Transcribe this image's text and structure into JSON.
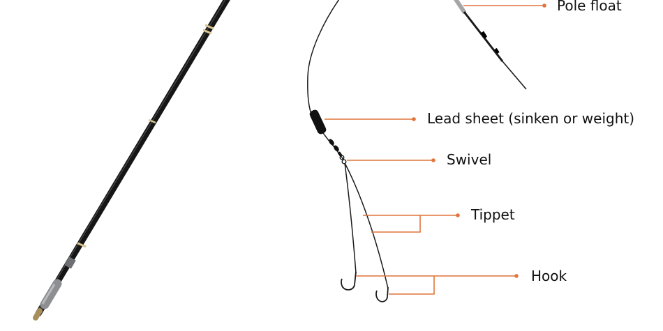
{
  "labels": {
    "pole_float": "Pole float",
    "lead_sheet": "Lead sheet (sinken or weight)",
    "swivel": "Swivel",
    "tippet": "Tippet",
    "hook": "Hook"
  },
  "colors": {
    "leader": "#e0743a",
    "rod": "#161616",
    "ring": "#d8c592",
    "grip": "#8d8f92",
    "line": "#1a1a1a",
    "float_tip": "#a6a6a6"
  }
}
